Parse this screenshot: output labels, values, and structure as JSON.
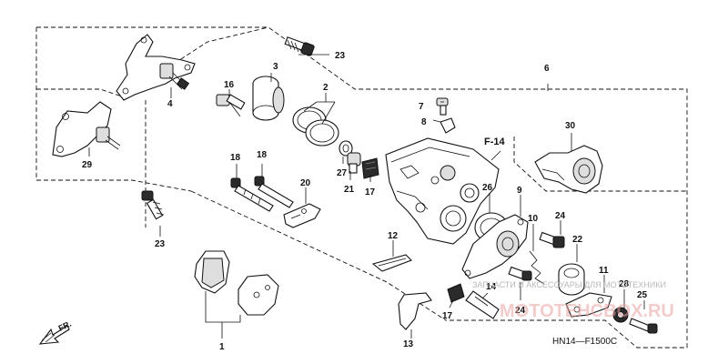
{
  "diagram": {
    "drawing_code": "HN14—F1500C",
    "direction_label": "FR.",
    "reference_label": "F-14",
    "watermark": {
      "line1": "ЗАПЧАСТИ И АКСЕССУАРЫ ДЛЯ МОТОТЕХНИКИ",
      "line2": "MOTOTEHCBOX.RU"
    },
    "callouts": [
      {
        "id": "c1",
        "text": "1"
      },
      {
        "id": "c2",
        "text": "2"
      },
      {
        "id": "c3",
        "text": "3"
      },
      {
        "id": "c4",
        "text": "4"
      },
      {
        "id": "c6",
        "text": "6"
      },
      {
        "id": "c7",
        "text": "7"
      },
      {
        "id": "c8",
        "text": "8"
      },
      {
        "id": "c9",
        "text": "9"
      },
      {
        "id": "c10",
        "text": "10"
      },
      {
        "id": "c11",
        "text": "11"
      },
      {
        "id": "c12",
        "text": "12"
      },
      {
        "id": "c13",
        "text": "13"
      },
      {
        "id": "c14",
        "text": "14"
      },
      {
        "id": "c16",
        "text": "16"
      },
      {
        "id": "c17a",
        "text": "17"
      },
      {
        "id": "c17b",
        "text": "17"
      },
      {
        "id": "c18a",
        "text": "18"
      },
      {
        "id": "c18b",
        "text": "18"
      },
      {
        "id": "c20",
        "text": "20"
      },
      {
        "id": "c21",
        "text": "21"
      },
      {
        "id": "c22",
        "text": "22"
      },
      {
        "id": "c23a",
        "text": "23"
      },
      {
        "id": "c23b",
        "text": "23"
      },
      {
        "id": "c24a",
        "text": "24"
      },
      {
        "id": "c24b",
        "text": "24"
      },
      {
        "id": "c25",
        "text": "25"
      },
      {
        "id": "c26",
        "text": "26"
      },
      {
        "id": "c27",
        "text": "27"
      },
      {
        "id": "c28",
        "text": "28"
      },
      {
        "id": "c29",
        "text": "29"
      },
      {
        "id": "c30",
        "text": "30"
      }
    ]
  }
}
